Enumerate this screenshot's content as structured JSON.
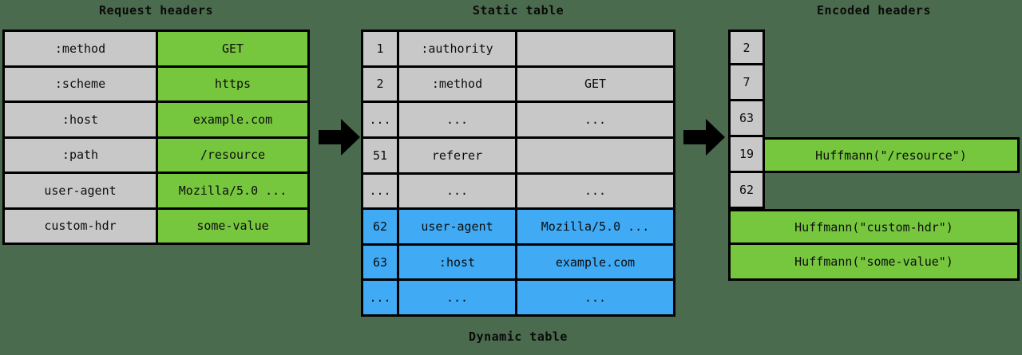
{
  "background_color": "#4a6b4d",
  "palette": {
    "header_name_gray": "#c8c8c8",
    "header_value_green": "#77c73e",
    "dynamic_blue": "#41aaf5",
    "border_black": "#000000"
  },
  "request_headers": {
    "title": "Request headers",
    "rows": [
      {
        "name": ":method",
        "value": "GET"
      },
      {
        "name": ":scheme",
        "value": "https"
      },
      {
        "name": ":host",
        "value": "example.com"
      },
      {
        "name": ":path",
        "value": "/resource"
      },
      {
        "name": "user-agent",
        "value": "Mozilla/5.0 ..."
      },
      {
        "name": "custom-hdr",
        "value": "some-value"
      }
    ]
  },
  "hpack_table": {
    "title_top": "Static table",
    "title_bottom": "Dynamic table",
    "rows": [
      {
        "index": "1",
        "name": ":authority",
        "value": "",
        "section": "static"
      },
      {
        "index": "2",
        "name": ":method",
        "value": "GET",
        "section": "static"
      },
      {
        "index": "...",
        "name": "...",
        "value": "...",
        "section": "static"
      },
      {
        "index": "51",
        "name": "referer",
        "value": "",
        "section": "static"
      },
      {
        "index": "...",
        "name": "...",
        "value": "...",
        "section": "static"
      },
      {
        "index": "62",
        "name": "user-agent",
        "value": "Mozilla/5.0 ...",
        "section": "dynamic"
      },
      {
        "index": "63",
        "name": ":host",
        "value": "example.com",
        "section": "dynamic"
      },
      {
        "index": "...",
        "name": "...",
        "value": "...",
        "section": "dynamic"
      }
    ]
  },
  "encoded_headers": {
    "title": "Encoded headers",
    "rows": [
      {
        "index": "2",
        "value": ""
      },
      {
        "index": "7",
        "value": ""
      },
      {
        "index": "63",
        "value": ""
      },
      {
        "index": "19",
        "value": "Huffmann(\"/resource\")"
      },
      {
        "index": "62",
        "value": ""
      },
      {
        "index": "",
        "value": "Huffmann(\"custom-hdr\")"
      },
      {
        "index": "",
        "value": "Huffmann(\"some-value\")"
      }
    ]
  },
  "arrows": [
    {
      "name": "arrow-request-to-table"
    },
    {
      "name": "arrow-table-to-encoded"
    }
  ]
}
